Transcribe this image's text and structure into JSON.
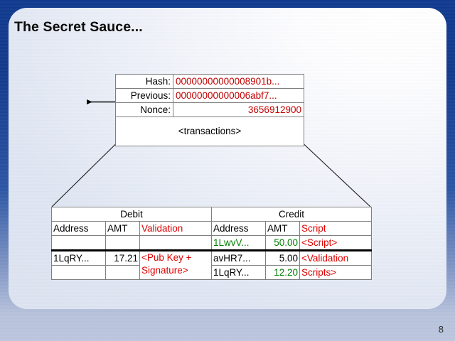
{
  "slide": {
    "title": "The Secret Sauce...",
    "number": "8",
    "accent_color": "#123a8c",
    "panel_color": "#eef1f8"
  },
  "block": {
    "rows": [
      {
        "label": "Hash:",
        "value": "00000000000008901b...",
        "align": "left",
        "color": "#c00000"
      },
      {
        "label": "Previous:",
        "value": "00000000000006abf7...",
        "align": "left",
        "color": "#c00000"
      },
      {
        "label": "Nonce:",
        "value": "3656912900",
        "align": "right",
        "color": "#c00000"
      }
    ],
    "transactions_label": "<transactions>"
  },
  "transactions": {
    "group_headers": [
      {
        "label": "Debit",
        "span": 3
      },
      {
        "label": "Credit",
        "span": 3
      }
    ],
    "column_headers": [
      {
        "label": "Address",
        "color": "#000000"
      },
      {
        "label": "AMT",
        "color": "#000000"
      },
      {
        "label": "Validation",
        "color": "#e00000"
      },
      {
        "label": "Address",
        "color": "#000000"
      },
      {
        "label": "AMT",
        "color": "#000000"
      },
      {
        "label": "Script",
        "color": "#e00000"
      }
    ],
    "coinbase_row": {
      "debit_address": "",
      "debit_amt": "",
      "debit_validation": "",
      "credit_address": "1LwvV...",
      "credit_amt": "50.00",
      "credit_script": "<Script>"
    },
    "spend_row": {
      "debit_address": "1LqRY...",
      "debit_amt": "17.21",
      "debit_validation_line1": "<Pub Key +",
      "debit_validation_line2": "Signature>",
      "credit_lines": [
        {
          "address": "avHR7...",
          "amt": "5.00",
          "amt_color": "#000000",
          "script": "<Validation"
        },
        {
          "address": "1LqRY...",
          "amt": "12.20",
          "amt_color": "#008000",
          "script": "Scripts>"
        }
      ]
    }
  },
  "connectors": {
    "prev_arrow_label": "previous-block-arrow",
    "expand_label": "block-to-transactions-expander"
  }
}
